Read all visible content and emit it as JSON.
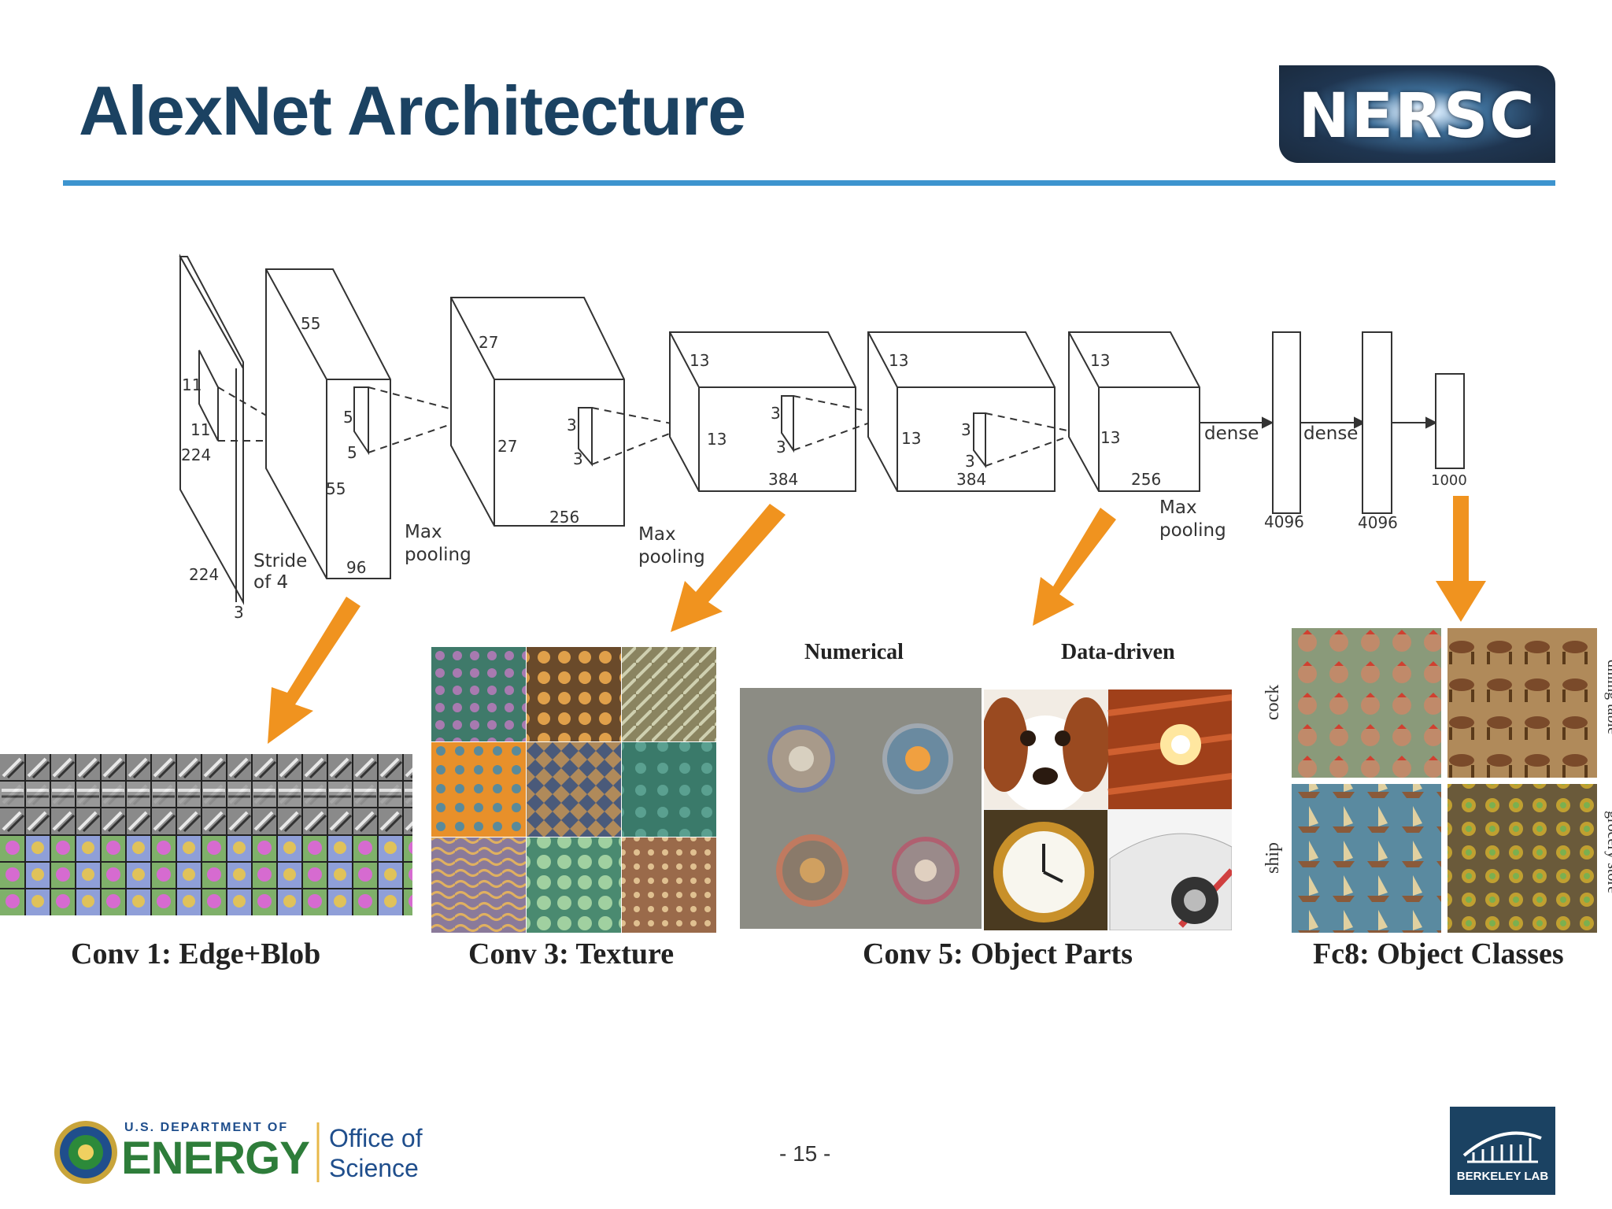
{
  "slide": {
    "title": "AlexNet Architecture",
    "page_number": "- 15 -"
  },
  "logos": {
    "nersc": "NERSC",
    "doe_line1": "U.S. DEPARTMENT OF",
    "doe_line2": "ENERGY",
    "doe_office1": "Office of",
    "doe_office2": "Science",
    "berkeley": "BERKELEY LAB"
  },
  "network": {
    "input_labels": {
      "h": "224",
      "w": "224",
      "d": "3",
      "k1": "11",
      "k2": "11"
    },
    "conv1": {
      "h": "55",
      "w": "55",
      "d": "96",
      "k1": "5",
      "k2": "5",
      "note1": "Stride",
      "note2": "of 4"
    },
    "pool1": {
      "l1": "Max",
      "l2": "pooling"
    },
    "conv2": {
      "h": "27",
      "w": "27",
      "d": "256",
      "k1": "3",
      "k2": "3"
    },
    "pool2": {
      "l1": "Max",
      "l2": "pooling"
    },
    "conv3": {
      "h": "13",
      "w": "13",
      "d": "384",
      "k1": "3",
      "k2": "3"
    },
    "conv4": {
      "h": "13",
      "w": "13",
      "d": "384",
      "k1": "3",
      "k2": "3"
    },
    "conv5": {
      "h": "13",
      "w": "13",
      "d": "256"
    },
    "pool3": {
      "l1": "Max",
      "l2": "pooling"
    },
    "dense1": {
      "label": "dense",
      "size": "4096"
    },
    "dense2": {
      "label": "dense",
      "size": "4096"
    },
    "output": {
      "size": "1000"
    }
  },
  "panels": {
    "conv1": {
      "caption": "Conv 1: Edge+Blob"
    },
    "conv3": {
      "caption": "Conv 3: Texture"
    },
    "conv5": {
      "caption": "Conv 5: Object Parts",
      "sub_left": "Numerical",
      "sub_right": "Data-driven"
    },
    "fc8": {
      "caption": "Fc8: Object Classes",
      "labels": [
        "cock",
        "dining table",
        "ship",
        "grocery store"
      ]
    }
  },
  "colors": {
    "title": "#1b4262",
    "rule": "#3d94cf",
    "arrow": "#f0931f"
  }
}
